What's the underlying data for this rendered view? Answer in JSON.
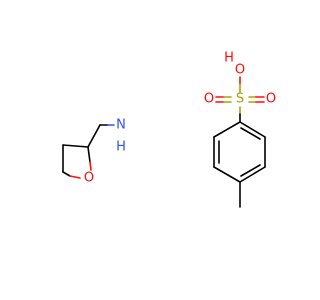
{
  "molecule_left": {
    "atoms": {
      "ring_oxygen": "O",
      "amine_n": "N",
      "amine_h": "H"
    }
  },
  "molecule_right": {
    "atoms": {
      "hydroxyl_h": "H",
      "hydroxyl_o": "O",
      "sulfur": "S",
      "oxo_left": "O",
      "oxo_right": "O"
    }
  },
  "colors": {
    "bond": "#000000",
    "oxygen": "#ff0d0d",
    "nitrogen": "#3050f8",
    "sulfur": "#b2a200"
  }
}
